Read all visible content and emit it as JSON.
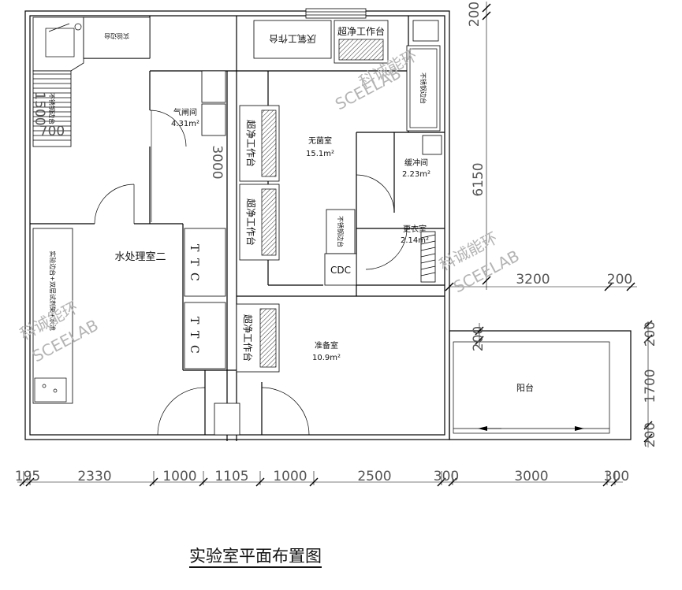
{
  "title": "实验室平面布置图",
  "rooms": {
    "water_room_2": "水处理室二",
    "airlock": "气闸间",
    "airlock_area": "4.31m²",
    "sterile_room": "无菌室",
    "sterile_area": "15.1m²",
    "buffer_room": "缓冲间",
    "buffer_area": "2.23m²",
    "changing_room": "更衣室",
    "changing_area": "2.14m²",
    "prep_room": "准备室",
    "prep_area": "10.9m²",
    "balcony": "阳台"
  },
  "fixtures": {
    "clean_bench": "超净工作台",
    "anaerobic_bench": "厌氧工作台",
    "ss_bench_short": "不锈钢边台",
    "ss_bench_long": "不锈钢边台",
    "lab_bench_top": "实验边台",
    "lab_bench_long": "实验边台+双层试剂架+水池",
    "cdc": "CDC"
  },
  "dimensions": {
    "bottom": [
      "195",
      "2330",
      "1000",
      "1105",
      "1000",
      "2500",
      "300",
      "3000",
      "300"
    ],
    "right_top": "200",
    "right_main": "6150",
    "right_lower_a": "200",
    "right_lower_b": "200",
    "right_lower_c": "1700",
    "right_lower_d": "200",
    "balcony_width": "3200",
    "balcony_offset": "200",
    "airlock_height": "3000",
    "bench_length": "1500",
    "bench_width": "700"
  },
  "watermark": {
    "line1": "科诚能环",
    "line2": "SCEELAB"
  }
}
